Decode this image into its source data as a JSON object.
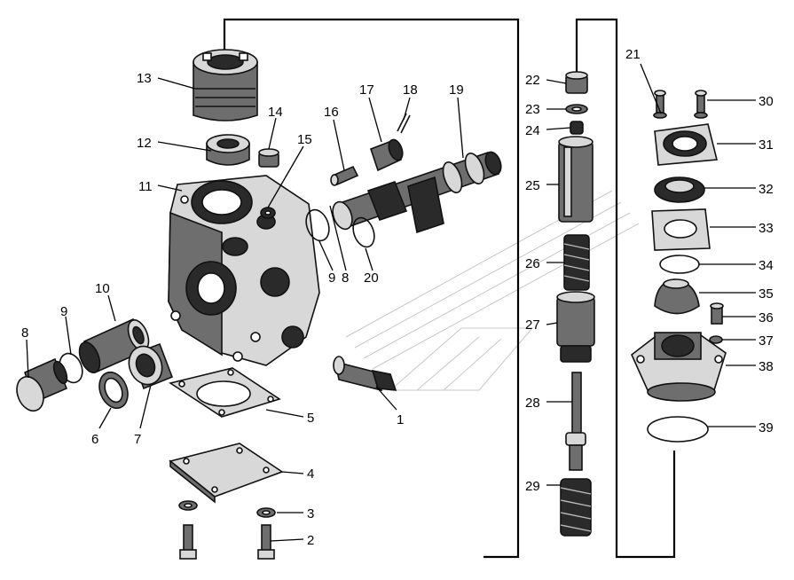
{
  "callouts": [
    {
      "id": "1",
      "text": "1"
    },
    {
      "id": "2",
      "text": "2"
    },
    {
      "id": "3",
      "text": "3"
    },
    {
      "id": "4",
      "text": "4"
    },
    {
      "id": "5",
      "text": "5"
    },
    {
      "id": "6",
      "text": "6"
    },
    {
      "id": "7",
      "text": "7"
    },
    {
      "id": "8a",
      "text": "8"
    },
    {
      "id": "8b",
      "text": "8"
    },
    {
      "id": "9a",
      "text": "9"
    },
    {
      "id": "9b",
      "text": "9"
    },
    {
      "id": "10",
      "text": "10"
    },
    {
      "id": "11",
      "text": "11"
    },
    {
      "id": "12",
      "text": "12"
    },
    {
      "id": "13",
      "text": "13"
    },
    {
      "id": "14",
      "text": "14"
    },
    {
      "id": "15",
      "text": "15"
    },
    {
      "id": "16",
      "text": "16"
    },
    {
      "id": "17",
      "text": "17"
    },
    {
      "id": "18",
      "text": "18"
    },
    {
      "id": "19",
      "text": "19"
    },
    {
      "id": "20",
      "text": "20"
    },
    {
      "id": "21",
      "text": "21"
    },
    {
      "id": "22",
      "text": "22"
    },
    {
      "id": "23",
      "text": "23"
    },
    {
      "id": "24",
      "text": "24"
    },
    {
      "id": "25",
      "text": "25"
    },
    {
      "id": "26",
      "text": "26"
    },
    {
      "id": "27",
      "text": "27"
    },
    {
      "id": "28",
      "text": "28"
    },
    {
      "id": "29",
      "text": "29"
    },
    {
      "id": "30",
      "text": "30"
    },
    {
      "id": "31",
      "text": "31"
    },
    {
      "id": "32",
      "text": "32"
    },
    {
      "id": "33",
      "text": "33"
    },
    {
      "id": "34",
      "text": "34"
    },
    {
      "id": "35",
      "text": "35"
    },
    {
      "id": "36",
      "text": "36"
    },
    {
      "id": "37",
      "text": "37"
    },
    {
      "id": "38",
      "text": "38"
    },
    {
      "id": "39",
      "text": "39"
    }
  ]
}
